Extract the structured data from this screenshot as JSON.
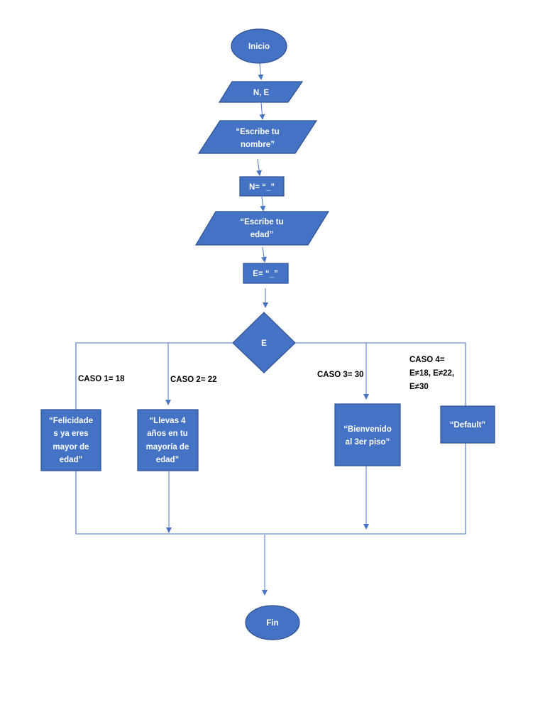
{
  "nodes": {
    "start": "Inicio",
    "input_ne": "N, E",
    "prompt_name": [
      "“Escribe tu",
      "nombre”"
    ],
    "assign_n": "N= “_”",
    "prompt_age": [
      "“Escribe tu",
      "edad”"
    ],
    "assign_e": "E= “_”",
    "decision": "E",
    "case1_box": [
      "“Felicidade",
      "s ya eres",
      "mayor de",
      "edad”"
    ],
    "case2_box": [
      "“Llevas 4",
      "años en tu",
      "mayoría de",
      "edad”"
    ],
    "case3_box": [
      "“Bienvenido",
      "al 3er piso”"
    ],
    "case4_box": "“Default”",
    "end": "Fin"
  },
  "cases": {
    "case1": "CASO 1= 18",
    "case2": "CASO 2= 22",
    "case3": "CASO 3= 30",
    "case4": [
      "CASO 4=",
      "E≠18, E≠22,",
      "E≠30"
    ]
  },
  "colors": {
    "shape_fill": "#4472c4",
    "shape_border": "#2f528f",
    "connector": "#4a74c4"
  }
}
